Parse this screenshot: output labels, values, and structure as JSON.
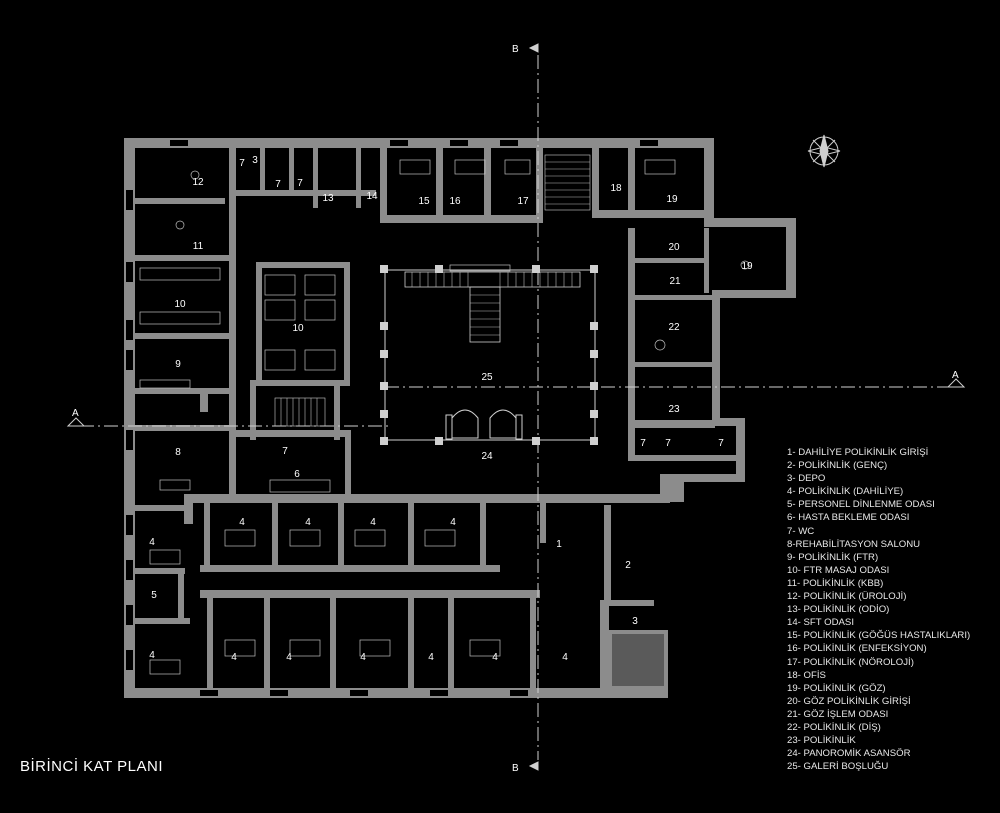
{
  "title": "BİRİNCİ KAT PLANI",
  "section_labels": {
    "a_left": "A",
    "a_right": "A",
    "b_top": "B",
    "b_bottom": "B"
  },
  "rooms": [
    {
      "id": "r12",
      "label": "12"
    },
    {
      "id": "r11",
      "label": "11"
    },
    {
      "id": "r10a",
      "label": "10"
    },
    {
      "id": "r9",
      "label": "9"
    },
    {
      "id": "r8",
      "label": "8"
    },
    {
      "id": "r5",
      "label": "5"
    },
    {
      "id": "r4a",
      "label": "4"
    },
    {
      "id": "r4b",
      "label": "4"
    },
    {
      "id": "r7a",
      "label": "7"
    },
    {
      "id": "r3a",
      "label": "3"
    },
    {
      "id": "r7b",
      "label": "7"
    },
    {
      "id": "r7c",
      "label": "7"
    },
    {
      "id": "r13",
      "label": "13"
    },
    {
      "id": "r14",
      "label": "14"
    },
    {
      "id": "r15",
      "label": "15"
    },
    {
      "id": "r16",
      "label": "16"
    },
    {
      "id": "r17",
      "label": "17"
    },
    {
      "id": "r18",
      "label": "18"
    },
    {
      "id": "r19a",
      "label": "19"
    },
    {
      "id": "r20",
      "label": "20"
    },
    {
      "id": "r19b",
      "label": "19"
    },
    {
      "id": "r21",
      "label": "21"
    },
    {
      "id": "r22",
      "label": "22"
    },
    {
      "id": "r23",
      "label": "23"
    },
    {
      "id": "r7d",
      "label": "7"
    },
    {
      "id": "r7e",
      "label": "7"
    },
    {
      "id": "r7f",
      "label": "7"
    },
    {
      "id": "r10b",
      "label": "10"
    },
    {
      "id": "r25",
      "label": "25"
    },
    {
      "id": "r24",
      "label": "24"
    },
    {
      "id": "r7g",
      "label": "7"
    },
    {
      "id": "r6",
      "label": "6"
    },
    {
      "id": "r4c",
      "label": "4"
    },
    {
      "id": "r4d",
      "label": "4"
    },
    {
      "id": "r4e",
      "label": "4"
    },
    {
      "id": "r4f",
      "label": "4"
    },
    {
      "id": "r1",
      "label": "1"
    },
    {
      "id": "r2",
      "label": "2"
    },
    {
      "id": "r3b",
      "label": "3"
    },
    {
      "id": "r4g",
      "label": "4"
    },
    {
      "id": "r4h",
      "label": "4"
    },
    {
      "id": "r4i",
      "label": "4"
    },
    {
      "id": "r4j",
      "label": "4"
    },
    {
      "id": "r4k",
      "label": "4"
    },
    {
      "id": "r4l",
      "label": "4"
    },
    {
      "id": "r4m",
      "label": "4"
    }
  ],
  "legend": [
    "1- DAHİLİYE POLİKİNLİK GİRİŞİ",
    "2- POLİKİNLİK (GENÇ)",
    "3- DEPO",
    "4- POLİKİNLİK (DAHİLİYE)",
    "5- PERSONEL DİNLENME ODASI",
    "6- HASTA BEKLEME ODASI",
    "7- WC",
    "8-REHABİLİTASYON SALONU",
    "9- POLİKİNLİK (FTR)",
    "10- FTR MASAJ ODASI",
    "11- POLİKİNLİK (KBB)",
    "12- POLİKİNLİK (ÜROLOJİ)",
    "13- POLİKİNLİK (ODİO)",
    "14- SFT ODASI",
    "15- POLİKİNLİK (GÖĞÜS HASTALIKLARI)",
    "16- POLİKİNLİK (ENFEKSİYON)",
    "17- POLİKİNLİK (NÖROLOJİ)",
    "18- OFİS",
    "19- POLİKİNLİK (GÖZ)",
    "20- GÖZ POLİKİNLİK GİRİŞİ",
    "21- GÖZ İŞLEM ODASI",
    "22- POLİKİNLİK (DİŞ)",
    "23- POLİKİNLİK",
    "24- PANOROMİK ASANSÖR",
    "25- GALERİ BOŞLUĞU"
  ],
  "colors": {
    "background": "#000000",
    "wall": "#8c8c8c",
    "line": "#cfcfcf",
    "text": "#ffffff"
  }
}
